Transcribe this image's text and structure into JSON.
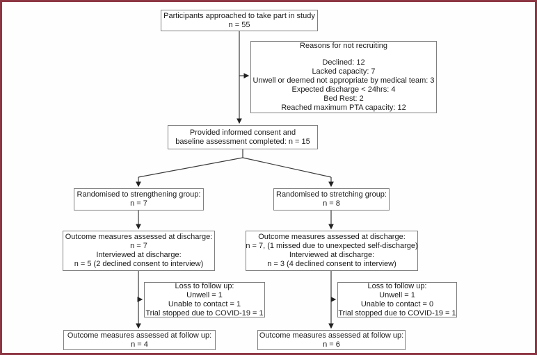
{
  "colors": {
    "frame_border": "#8e3744",
    "box_border": "#7f7f7f",
    "connector_line": "#3a3a3a",
    "text": "#1a1a1a"
  },
  "boxes": {
    "approached": {
      "lines": [
        "Participants approached to take part in study",
        "n = 55"
      ]
    },
    "reasons": {
      "title": "Reasons for not recruiting",
      "items": [
        "Declined: 12",
        "Lacked capacity: 7",
        "Unwell or deemed not appropriate by medical team: 3",
        "Expected discharge < 24hrs: 4",
        "Bed Rest: 2",
        "Reached maximum PTA capacity: 12"
      ]
    },
    "consent": {
      "lines": [
        "Provided informed consent and",
        "baseline assessment completed: n = 15"
      ]
    },
    "rand_strength": {
      "lines": [
        "Randomised to strengthening group:",
        "n = 7"
      ]
    },
    "rand_stretch": {
      "lines": [
        "Randomised to stretching group:",
        "n = 8"
      ]
    },
    "discharge_strength": {
      "lines": [
        "Outcome measures assessed at discharge:",
        "n = 7",
        "Interviewed at discharge:",
        "n = 5 (2 declined consent to interview)"
      ]
    },
    "discharge_stretch": {
      "lines": [
        "Outcome measures assessed at discharge:",
        "n = 7, (1 missed due to unexpected self-discharge)",
        "Interviewed at discharge:",
        "n = 3 (4 declined consent to interview)"
      ]
    },
    "loss_strength": {
      "lines": [
        "Loss to follow up:",
        "Unwell = 1",
        "Unable to contact = 1",
        "Trial stopped due to COVID-19 = 1"
      ]
    },
    "loss_stretch": {
      "lines": [
        "Loss to follow up:",
        "Unwell = 1",
        "Unable to contact = 0",
        "Trial stopped due to COVID-19 = 1"
      ]
    },
    "followup_strength": {
      "lines": [
        "Outcome measures assessed at follow up:",
        "n = 4"
      ]
    },
    "followup_stretch": {
      "lines": [
        "Outcome measures assessed at follow up:",
        "n = 6"
      ]
    }
  }
}
